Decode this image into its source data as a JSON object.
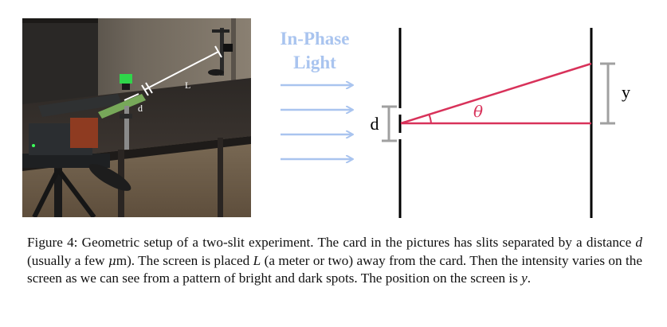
{
  "figure": {
    "photo": {
      "label_L": "L",
      "label_d": "d"
    },
    "diagram": {
      "light_label_line1": "In-Phase",
      "light_label_line2": "Light",
      "label_d": "d",
      "label_y": "y",
      "label_theta": "θ",
      "colors": {
        "arrow": "#a9c4ef",
        "ray": "#d8325a",
        "bracket": "#a0a0a0",
        "wall": "#000000"
      }
    },
    "caption": {
      "lead": "Figure 4: Geometric setup of a two-slit experiment. The card in the pictures has slits separated by a distance ",
      "sym_d": "d",
      "part2": " (usually a few ",
      "sym_mu": "μ",
      "part3": "m). The screen is placed ",
      "sym_L": "L",
      "part4": " (a meter or two) away from the card. Then the intensity varies on the screen as we can see from a pattern of bright and dark spots. The position on the screen is ",
      "sym_y": "y",
      "tail": "."
    }
  }
}
